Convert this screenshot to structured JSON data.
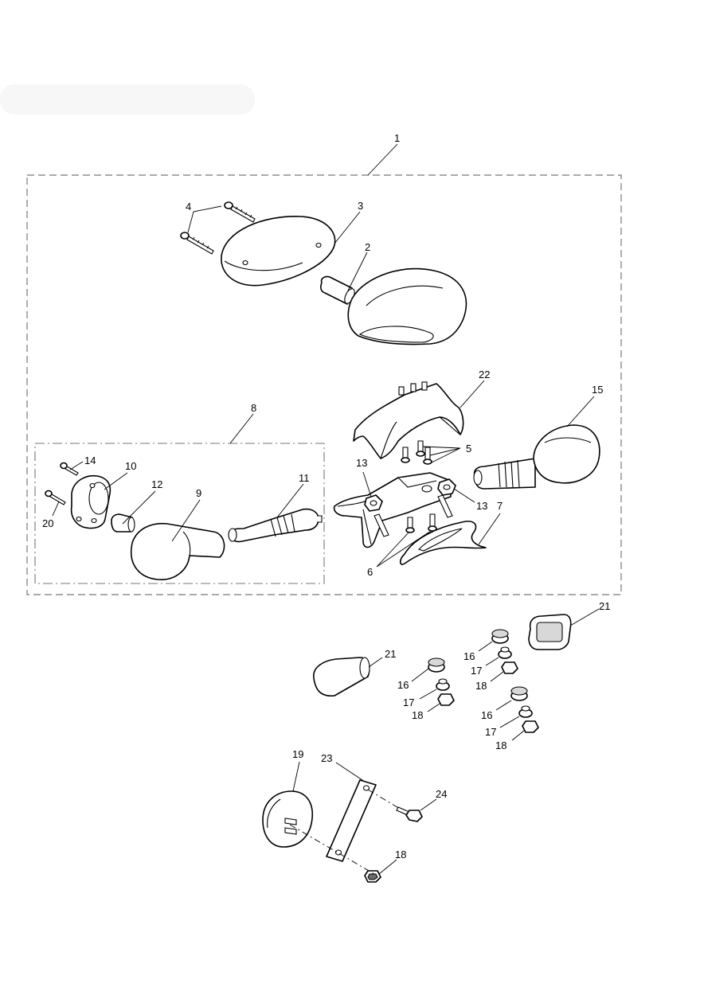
{
  "callouts": {
    "c1": "1",
    "c2": "2",
    "c3": "3",
    "c4": "4",
    "c5": "5",
    "c6": "6",
    "c7": "7",
    "c8": "8",
    "c9": "9",
    "c10": "10",
    "c11": "11",
    "c12": "12",
    "c13a": "13",
    "c13b": "13",
    "c14": "14",
    "c15": "15",
    "c16a": "16",
    "c16b": "16",
    "c16c": "16",
    "c17a": "17",
    "c17b": "17",
    "c17c": "17",
    "c18a": "18",
    "c18b": "18",
    "c18c": "18",
    "c18d": "18",
    "c19": "19",
    "c20": "20",
    "c21a": "21",
    "c21b": "21",
    "c22": "22",
    "c23": "23",
    "c24": "24"
  }
}
